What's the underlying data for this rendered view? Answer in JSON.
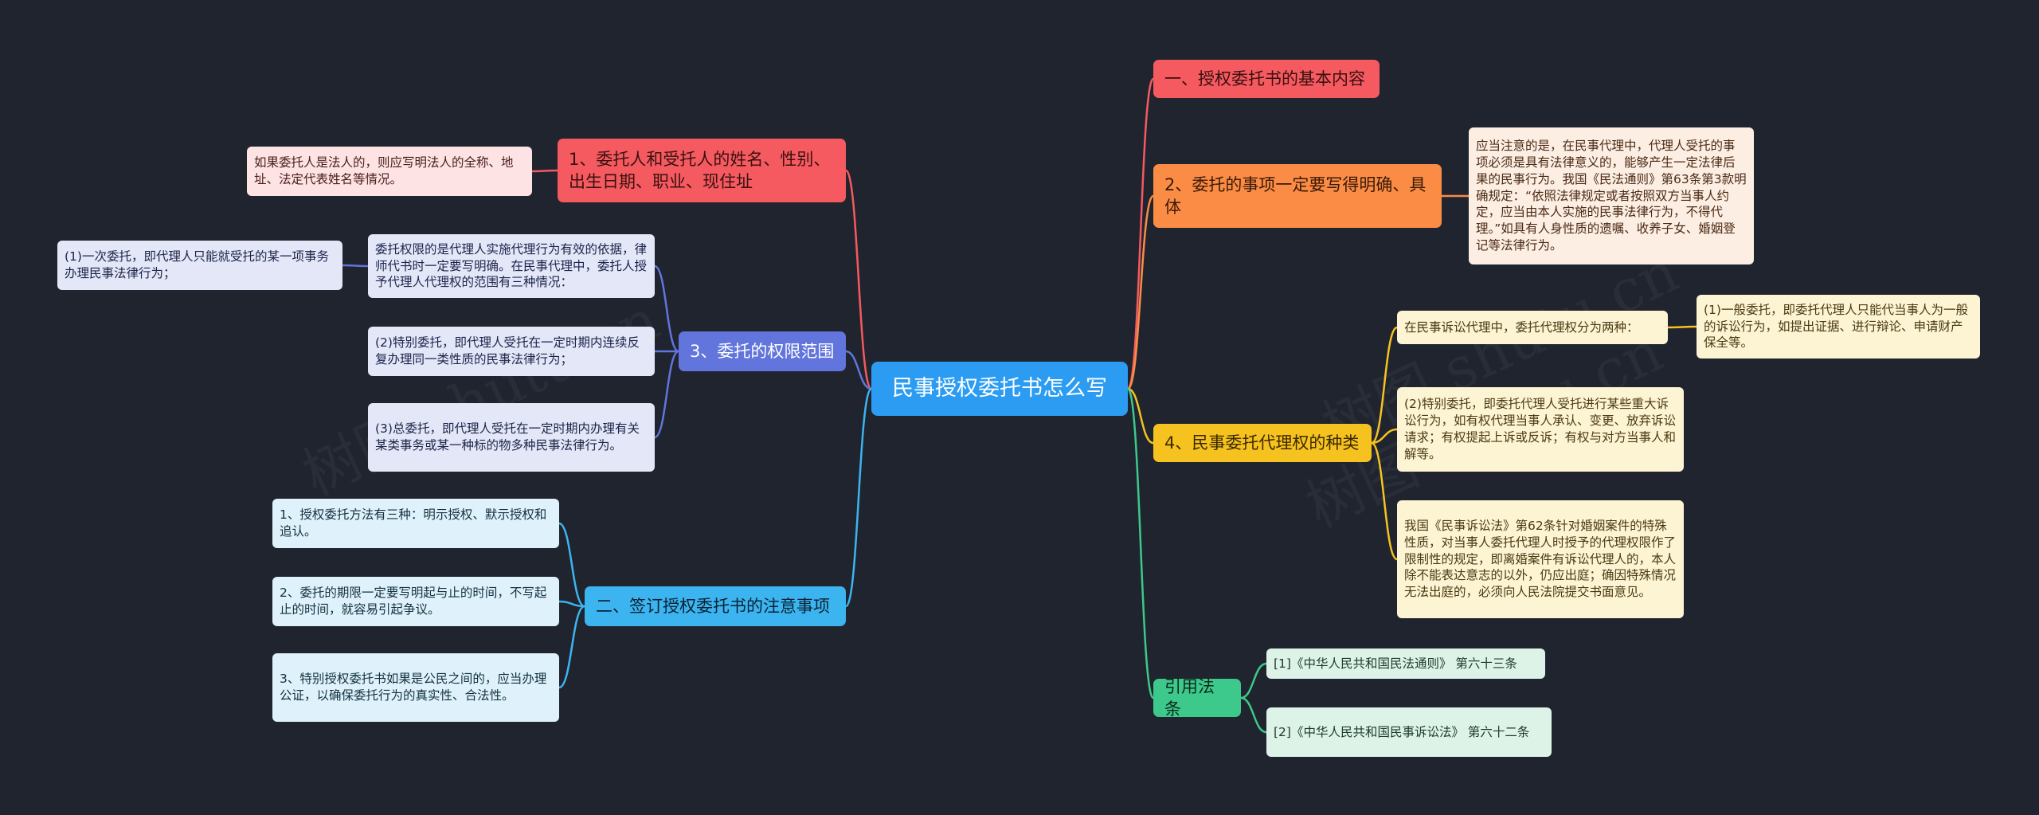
{
  "root": {
    "label": "民事授权委托书怎么写"
  },
  "right": {
    "b1": {
      "label": "一、授权委托书的基本内容"
    },
    "b2": {
      "label": "2、委托的事项一定要写得明确、具体",
      "leaf": "应当注意的是，在民事代理中，代理人受托的事项必须是具有法律意义的，能够产生一定法律后果的民事行为。我国《民法通则》第63条第3款明确规定：“依照法律规定或者按照双方当事人约定，应当由本人实施的民事法律行为，不得代理。”如具有人身性质的遗嘱、收养子女、婚姻登记等法律行为。"
    },
    "b4": {
      "label": "4、民事委托代理权的种类",
      "leaf1": "在民事诉讼代理中，委托代理权分为两种：",
      "leaf1_child": "(1)一般委托，即委托代理人只能代当事人为一般的诉讼行为，如提出证据、进行辩论、申请财产保全等。",
      "leaf2": "(2)特别委托，即委托代理人受托进行某些重大诉讼行为，如有权代理当事人承认、变更、放弃诉讼请求；有权提起上诉或反诉；有权与对方当事人和解等。",
      "leaf3": "我国《民事诉讼法》第62条针对婚姻案件的特殊性质，对当事人委托代理人时授予的代理权限作了限制性的规定，即离婚案件有诉讼代理人的，本人除不能表达意志的以外，仍应出庭；确因特殊情况无法出庭的，必须向人民法院提交书面意见。"
    },
    "b5": {
      "label": "引用法条",
      "leaf1": "[1]《中华人民共和国民法通则》 第六十三条",
      "leaf2": "[2]《中华人民共和国民事诉讼法》 第六十二条"
    }
  },
  "left": {
    "b1": {
      "label": "1、委托人和受托人的姓名、性别、出生日期、职业、现住址",
      "leaf": "如果委托人是法人的，则应写明法人的全称、地址、法定代表姓名等情况。"
    },
    "b3": {
      "label": "3、委托的权限范围",
      "leaf1": "委托权限的是代理人实施代理行为有效的依据，律师代书时一定要写明确。在民事代理中，委托人授予代理人代理权的范围有三种情况：",
      "leaf1_child": "(1)一次委托，即代理人只能就受托的某一项事务办理民事法律行为；",
      "leaf2": "(2)特别委托，即代理人受托在一定时期内连续反复办理同一类性质的民事法律行为；",
      "leaf3": "(3)总委托，即代理人受托在一定时期内办理有关某类事务或某一种标的物多种民事法律行为。"
    },
    "b2": {
      "label": "二、签订授权委托书的注意事项",
      "leaf1": "1、授权委托方法有三种：明示授权、默示授权和追认。",
      "leaf2": "2、委托的期限一定要写明起与止的时间，不写起止的时间，就容易引起争议。",
      "leaf3": "3、特别授权委托书如果是公民之间的，应当办理公证，以确保委托行为的真实性、合法性。"
    }
  },
  "watermark": "树图 shutu.cn",
  "colors": {
    "background": "#20242f",
    "root": "#2b9cf2",
    "red": "#f45a5f",
    "orange": "#fb8c45",
    "yellow": "#f6c21f",
    "green": "#3cc98b",
    "blue": "#6175dc",
    "cyan": "#3cb4f0"
  }
}
